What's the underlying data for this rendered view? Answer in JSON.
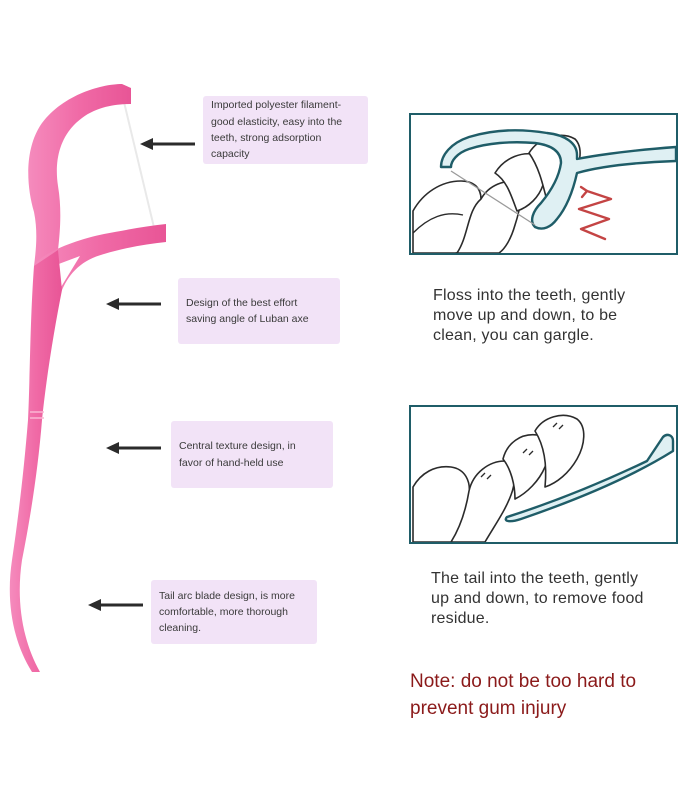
{
  "callouts": [
    {
      "lines": [
        "Imported polyester filament-",
        "good elasticity, easy into the",
        "teeth, strong adsorption",
        "capacity"
      ]
    },
    {
      "lines": [
        "Design of the best effort",
        "saving angle of Luban axe"
      ]
    },
    {
      "lines": [
        "Central texture design, in",
        "favor of hand-held use"
      ]
    },
    {
      "lines": [
        "Tail arc blade design, is more",
        "comfortable, more thorough",
        "cleaning."
      ]
    }
  ],
  "captions": [
    {
      "lines": [
        "Floss into the teeth, gently",
        "move up and down, to be",
        "clean, you can gargle."
      ]
    },
    {
      "lines": [
        "The tail into the teeth, gently",
        "up and down, to remove food",
        "residue."
      ]
    }
  ],
  "note": {
    "lines": [
      "Note: do not be too hard to",
      "prevent gum injury"
    ]
  },
  "icons": {
    "product": "dental-floss-pick-icon",
    "step1": "floss-between-teeth-illustration",
    "step2": "tail-pick-teeth-illustration"
  },
  "colors": {
    "pick": "#f06aa6",
    "callout_bg": "#f2e3f7",
    "panel_border": "#1f5d68",
    "note": "#8b1a1a",
    "motion_arrow": "#c44444"
  }
}
